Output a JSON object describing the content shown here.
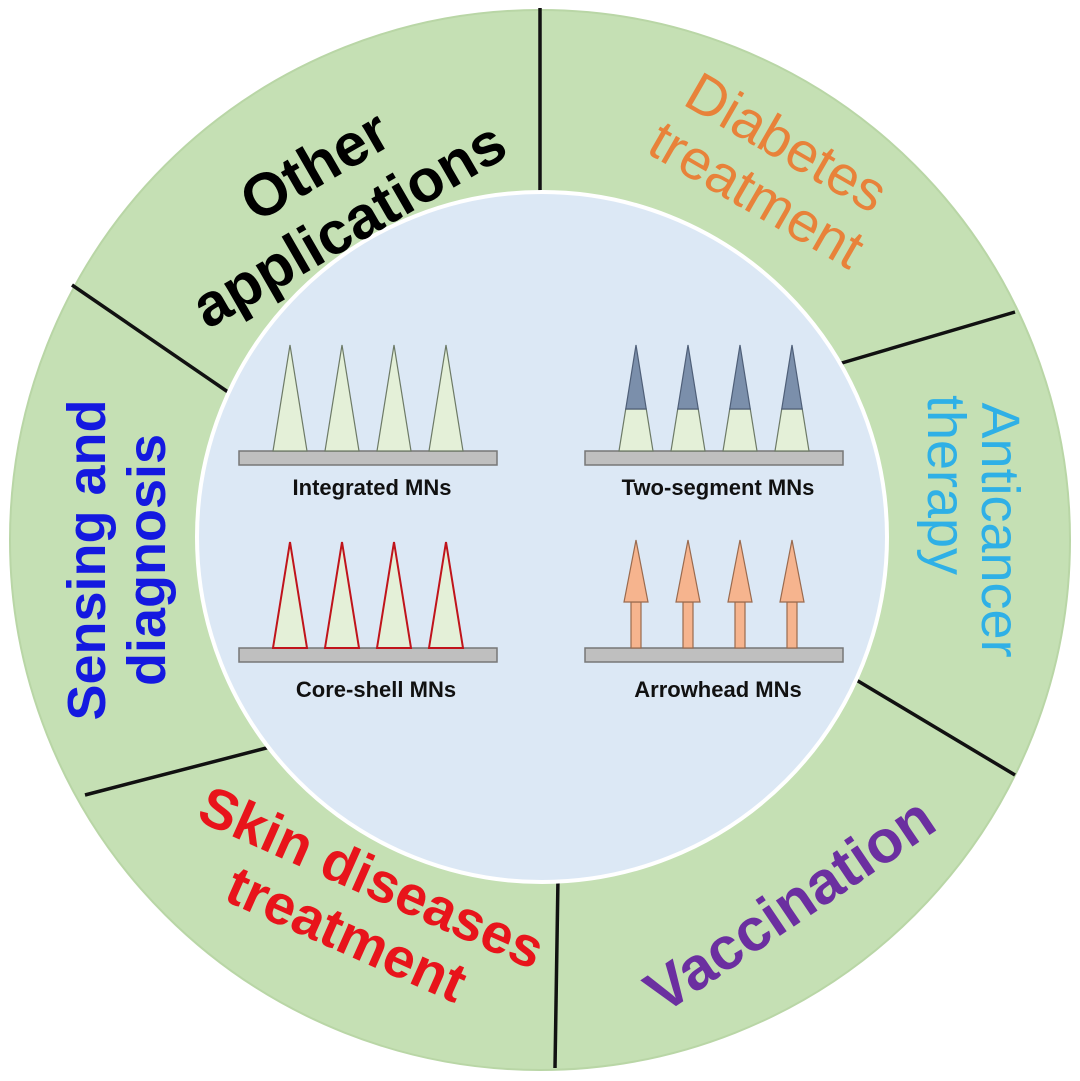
{
  "outer_segments": [
    {
      "id": "other",
      "lines": [
        "Other",
        "applications"
      ],
      "color": "#000000"
    },
    {
      "id": "diabetes",
      "lines": [
        "Diabetes",
        "treatment"
      ],
      "color": "#e8823a"
    },
    {
      "id": "anticancer",
      "lines": [
        "Anticancer",
        "therapy"
      ],
      "color": "#2fb0e6"
    },
    {
      "id": "vaccination",
      "lines": [
        "Vaccination"
      ],
      "color": "#6b2fa0"
    },
    {
      "id": "skin",
      "lines": [
        "Skin diseases",
        "treatment"
      ],
      "color": "#e8141b"
    },
    {
      "id": "sensing",
      "lines": [
        "Sensing and",
        "diagnosis"
      ],
      "color": "#1419e0"
    }
  ],
  "microneedle_types": [
    {
      "id": "integrated",
      "label": "Integrated MNs",
      "style": "integrated"
    },
    {
      "id": "two-segment",
      "label": "Two-segment MNs",
      "style": "two-segment"
    },
    {
      "id": "core-shell",
      "label": "Core-shell MNs",
      "style": "core-shell"
    },
    {
      "id": "arrowhead",
      "label": "Arrowhead MNs",
      "style": "arrowhead"
    }
  ],
  "colors": {
    "ring": "#c5e0b4",
    "inner": "#dce8f5",
    "needle_body": "#e4f0d8",
    "needle_tip_blue": "#7b8fab",
    "needle_shell_red": "#c0141b",
    "arrow_fill": "#f6b48e",
    "base_plate": "#bfbfbf"
  }
}
